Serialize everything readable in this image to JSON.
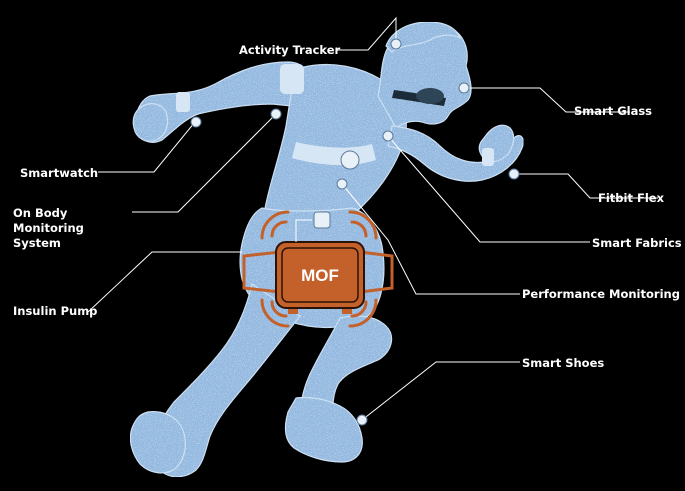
{
  "labels": {
    "activity_tracker": "Activity Tracker",
    "smart_glass": "Smart Glass",
    "smartwatch": "Smartwatch",
    "on_body_monitoring": "On Body Monitoring System",
    "fitbit_flex": "Fitbit Flex",
    "smart_fabrics": "Smart Fabrics",
    "insulin_pump": "Insulin Pump",
    "performance_monitoring": "Performance Monitoring",
    "smart_shoes": "Smart Shoes"
  },
  "device": {
    "label": "MOF"
  },
  "colors": {
    "background": "#000000",
    "body_fill": "#93b9e0",
    "body_edge": "#c9def2",
    "line": "#ffffff",
    "device_fill": "#c4602a",
    "device_border": "#2a1206",
    "sensor": "#e8f0f8"
  }
}
